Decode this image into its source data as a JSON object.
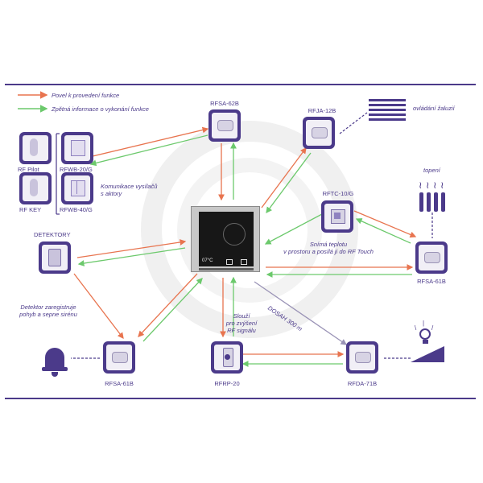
{
  "legend": {
    "command_label": "Povel k provedení funkce",
    "feedback_label": "Zpětná informace o vykonání funkce",
    "command_color": "#e8744f",
    "feedback_color": "#6cc96c"
  },
  "accent_color": "#4b3a8a",
  "hub": {
    "temperature": "07°C"
  },
  "devices": {
    "rfsa62b": "RFSA-62B",
    "rfja12b": "RFJA-12B",
    "rfpilot": "RF Pilot",
    "rfkey": "RF KEY",
    "rfwb20g": "RFWB-20/G",
    "rfwb40g": "RFWB-40/G",
    "detektory": "DETEKTORY",
    "rftc10g": "RFTC-10/G",
    "rfsa61b_right": "RFSA-61B",
    "rfsa61b_left": "RFSA-61B",
    "rfrp20": "RFRP-20",
    "rfda71b": "RFDA-71B"
  },
  "annotations": {
    "blinds": "ovládání žaluzií",
    "heating": "topení",
    "transmitters": "Komunikace vysílačů\ns aktory",
    "thermo": "Snímá teplotu\nv prostoru a posílá ji do RF Touch",
    "detector": "Detektor zaregistruje\npohyb a sepne sirénu",
    "repeater": "Slouží\npro zvýšení\nRF signálu",
    "range": "DOSAH 300 m"
  },
  "icons": {
    "blinds": "window-blinds-icon",
    "heating": "radiator-heating-icon",
    "siren": "siren-bell-icon",
    "light": "light-bulb-icon",
    "dimmer": "dimmer-ramp-icon"
  }
}
